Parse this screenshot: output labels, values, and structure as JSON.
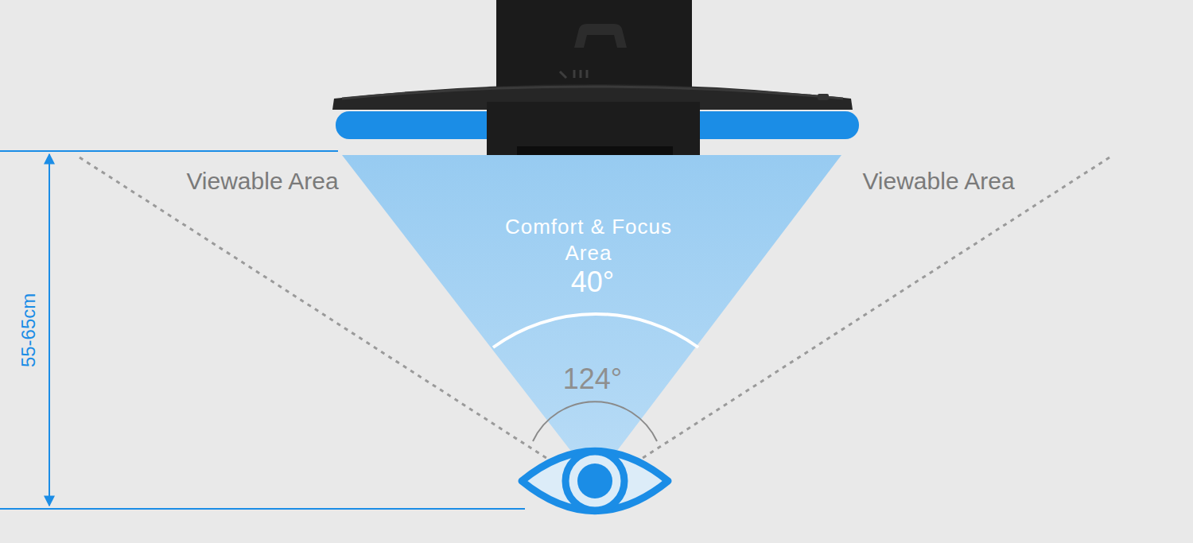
{
  "diagram": {
    "nodes": [
      {
        "text": [
          "Comfort & Focus Area",
          "40°"
        ]
      }
    ],
    "labels": [
      "Viewable Area",
      "Viewable Area",
      "124°",
      "55-65cm"
    ]
  }
}
